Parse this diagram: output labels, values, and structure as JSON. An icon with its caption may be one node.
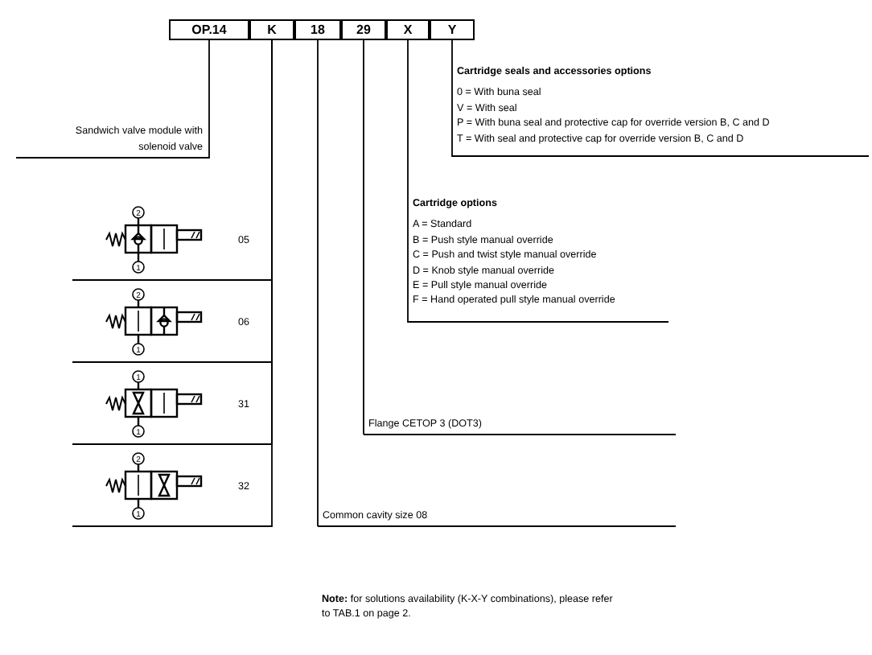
{
  "diagram": {
    "nodes": [
      {
        "text": [
          "OP.14"
        ]
      },
      {
        "text": [
          "K"
        ]
      },
      {
        "text": [
          "18"
        ]
      },
      {
        "text": [
          "29"
        ]
      },
      {
        "text": [
          "X"
        ]
      },
      {
        "text": [
          "Y"
        ]
      },
      {
        "text": [
          "Sandwich valve module with solenoid valve"
        ]
      },
      {
        "text": [
          "05"
        ]
      },
      {
        "text": [
          "06"
        ]
      },
      {
        "text": [
          "31"
        ]
      },
      {
        "text": [
          "32"
        ]
      },
      {
        "text": [
          "Common cavity size 08"
        ]
      },
      {
        "text": [
          "Flange CETOP 3 (DOT3)"
        ]
      },
      {
        "text": [
          "Cartridge options",
          "A = Standard",
          "B = Push style manual override",
          "C = Push and twist style manual override",
          "D = Knob style manual override",
          "E = Pull style manual override",
          "F = Hand operated pull style manual override"
        ]
      },
      {
        "text": [
          "Cartridge seals and accessories options",
          "0 = With buna seal",
          "V = With seal",
          "P = With buna seal and protective cap for override version B, C and D",
          "T = With seal and protective cap for override version B, C and D"
        ]
      }
    ],
    "edges": [
      {
        "from": 0,
        "to": 6,
        "arrow": "none"
      },
      {
        "from": 1,
        "to": 7,
        "arrow": "none"
      },
      {
        "from": 1,
        "to": 8,
        "arrow": "none"
      },
      {
        "from": 1,
        "to": 9,
        "arrow": "none"
      },
      {
        "from": 1,
        "to": 10,
        "arrow": "none"
      },
      {
        "from": 2,
        "to": 11,
        "arrow": "none"
      },
      {
        "from": 3,
        "to": 12,
        "arrow": "none"
      },
      {
        "from": 4,
        "to": 13,
        "arrow": "none"
      },
      {
        "from": 5,
        "to": 14,
        "arrow": "none"
      }
    ],
    "labels": [
      "2",
      "1",
      "2",
      "1",
      "1",
      "1",
      "2",
      "1",
      "**Note:** for solutions availability (K-X-Y combinations), please refer to TAB.1 on page 2."
    ]
  }
}
